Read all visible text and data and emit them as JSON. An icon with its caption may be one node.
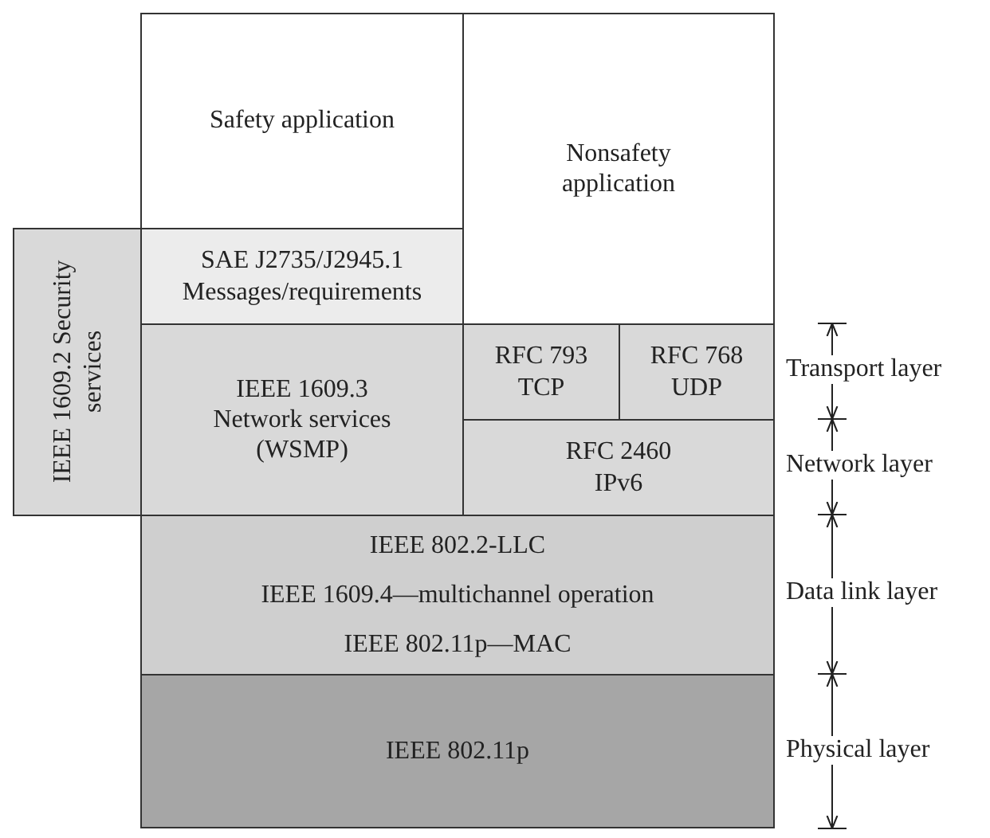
{
  "diagram": {
    "nodes": [
      {
        "text": [
          "Safety application"
        ]
      },
      {
        "text": [
          "Nonsafety application"
        ]
      },
      {
        "text": [
          "SAE J2735/J2945.1 Messages/requirements"
        ]
      },
      {
        "text": [
          "IEEE 1609.2 Security services"
        ]
      },
      {
        "text": [
          "IEEE 1609.3 Network services (WSMP)"
        ]
      },
      {
        "text": [
          "RFC 793 TCP"
        ]
      },
      {
        "text": [
          "RFC 768 UDP"
        ]
      },
      {
        "text": [
          "RFC 2460 IPv6"
        ]
      },
      {
        "text": [
          "IEEE 802.2-LLC",
          "IEEE 1609.4—multichannel operation",
          "IEEE 802.11p—MAC"
        ]
      },
      {
        "text": [
          "IEEE 802.11p"
        ]
      }
    ],
    "edges": [],
    "labels": [
      "Transport layer",
      "Network layer",
      "Data link layer",
      "Physical layer"
    ]
  }
}
